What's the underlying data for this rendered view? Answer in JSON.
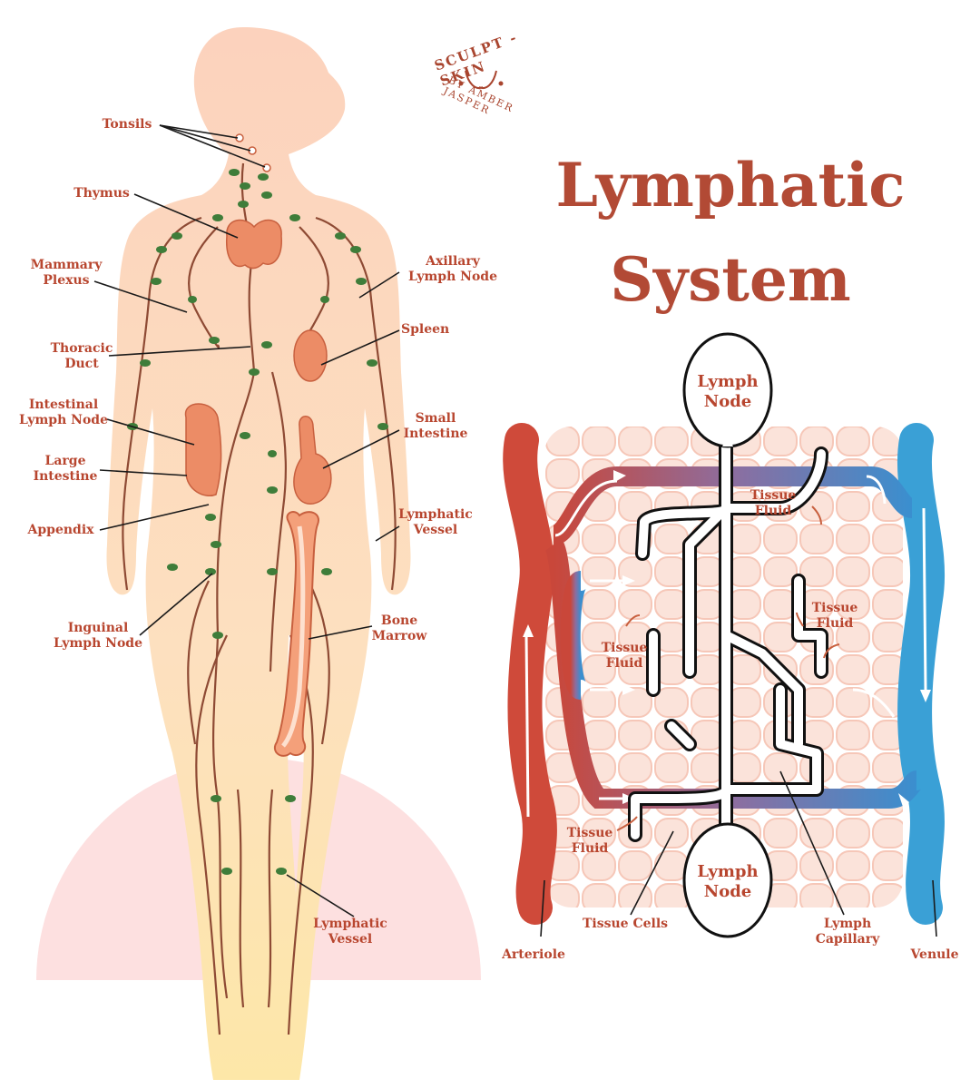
{
  "logo": {
    "top_text": "SCULPT - SKIN",
    "bottom_text": "BY AMBER JASPER"
  },
  "title": {
    "line1": "Lymphatic",
    "line2": "System"
  },
  "body_labels": {
    "tonsils": "Tonsils",
    "thymus": "Thymus",
    "mammary_plexus": "Mammary\nPlexus",
    "thoracic_duct": "Thoracic\nDuct",
    "intestinal_lymph_node": "Intestinal\nLymph Node",
    "large_intestine": "Large\nIntestine",
    "appendix": "Appendix",
    "inguinal_lymph_node": "Inguinal\nLymph Node",
    "axillary_lymph_node": "Axillary\nLymph Node",
    "spleen": "Spleen",
    "small_intestine": "Small\nIntestine",
    "lymphatic_vessel_arm": "Lymphatic\nVessel",
    "bone_marrow": "Bone\nMarrow",
    "lymphatic_vessel_leg": "Lymphatic\nVessel"
  },
  "capillary_labels": {
    "lymph_node_top": "Lymph\nNode",
    "lymph_node_bottom": "Lymph\nNode",
    "tissue_fluid_1": "Tissue\nFluid",
    "tissue_fluid_2": "Tissue\nFluid",
    "tissue_fluid_3": "Tissue\nFluid",
    "tissue_fluid_4": "Tissue\nFluid",
    "arteriole": "Arteriole",
    "tissue_cells": "Tissue Cells",
    "lymph_capillary": "Lymph\nCapillary",
    "venule": "Venule"
  },
  "colors": {
    "label": "#b8462f",
    "body_fill": "#fbd6b8",
    "lymph_node": "#3f7d3a",
    "vessel": "#8e4a34",
    "organ": "#ec8c66",
    "arteriole": "#cf4a3a",
    "venule": "#3aa0d6",
    "tissue": "#f9cfc3"
  }
}
